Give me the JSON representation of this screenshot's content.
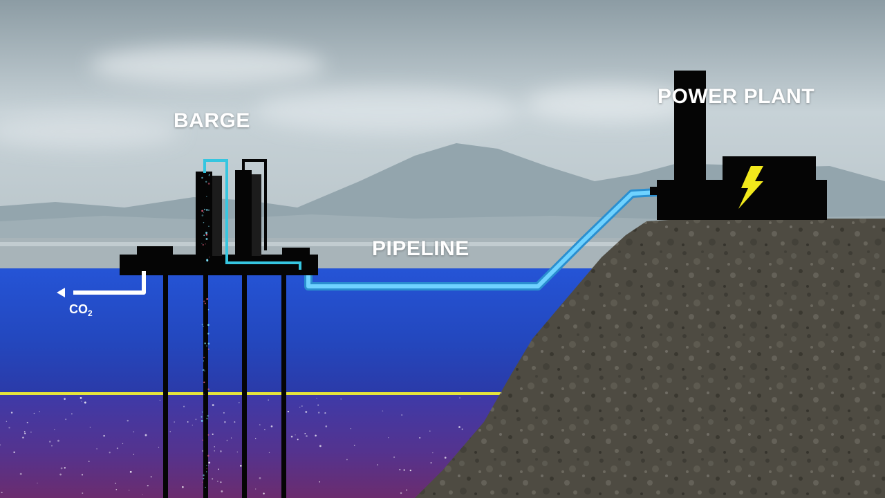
{
  "labels": {
    "barge": "BARGE",
    "pipeline": "PIPELINE",
    "power_plant": "POWER PLANT",
    "co2_main": "CO",
    "co2_sub": "2"
  },
  "icons": {
    "bolt": "lightning-bolt-icon",
    "arrow": "arrow-left-icon"
  },
  "colors": {
    "sky_top": "#8a9ba3",
    "sky_mid": "#c9d4d9",
    "mountain": "#93a5ad",
    "water_top": "#2454d8",
    "water_deep": "#5a2f86",
    "thermocline": "#e6e43c",
    "pipeline": "#43b8f0",
    "structure": "#050505",
    "bolt": "#f2e91c",
    "rock": "#5b574e"
  }
}
